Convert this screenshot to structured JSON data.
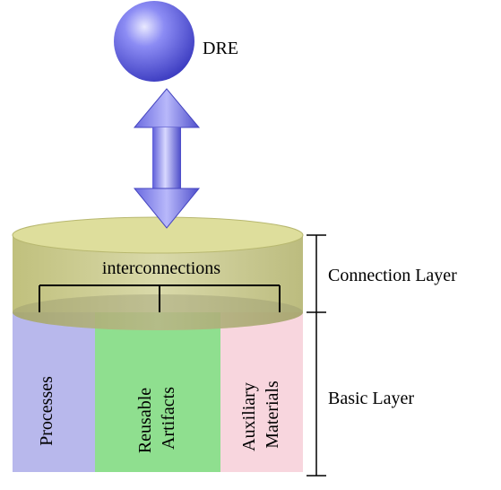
{
  "dre_label": "DRE",
  "interconnections_label": "interconnections",
  "connection_layer_label": "Connection Layer",
  "basic_layer_label": "Basic Layer",
  "sections": [
    {
      "lines": [
        "Processes"
      ],
      "color": "#b8b8ec"
    },
    {
      "lines": [
        "Reusable",
        "Artifacts"
      ],
      "color": "#8fdf8f"
    },
    {
      "lines": [
        "Auxiliary",
        "Materials"
      ],
      "color": "#f8d6de"
    }
  ],
  "colors": {
    "sphere": "#7f7ff2",
    "arrow": "#7777ee",
    "connection_layer": "#b8b86e"
  }
}
